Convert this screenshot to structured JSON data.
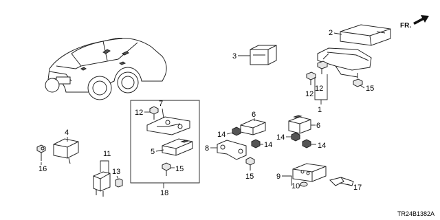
{
  "diagram": {
    "orientation_label": "FR.",
    "diagram_code": "TR24B1382A",
    "callouts": {
      "c1": "1",
      "c2": "2",
      "c3": "3",
      "c4": "4",
      "c5": "5",
      "c6a": "6",
      "c6b": "6",
      "c7": "7",
      "c8": "8",
      "c9": "9",
      "c10": "10",
      "c11": "11",
      "c12a": "12",
      "c12b": "12",
      "c12c": "12",
      "c13": "13",
      "c14a": "14",
      "c14b": "14",
      "c14c": "14",
      "c14d": "14",
      "c15a": "15",
      "c15b": "15",
      "c15c": "15",
      "c16": "16",
      "c17": "17",
      "c18": "18"
    }
  }
}
